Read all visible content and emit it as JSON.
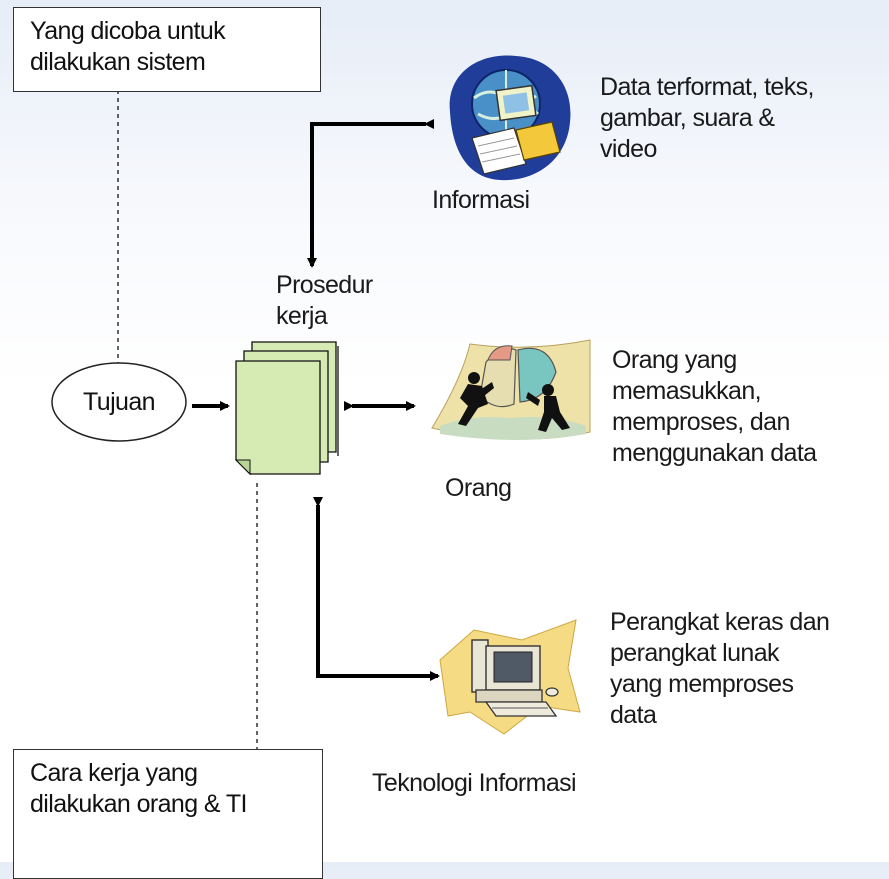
{
  "top_box": {
    "line1": "Yang dicoba untuk",
    "line2": "dilakukan sistem"
  },
  "bottom_box": {
    "line1": "Cara kerja yang",
    "line2": "dilakukan orang & TI"
  },
  "tujuan": "Tujuan",
  "prosedur": {
    "line1": "Prosedur",
    "line2": "kerja"
  },
  "informasi": {
    "label": "Informasi",
    "desc": [
      "Data terformat, teks,",
      "gambar, suara &",
      "video"
    ]
  },
  "orang": {
    "label": "Orang",
    "desc": [
      "Orang yang",
      "memasukkan,",
      "memproses, dan",
      "menggunakan data"
    ]
  },
  "teknologi": {
    "label": "Teknologi Informasi",
    "desc": [
      "Perangkat keras dan",
      "perangkat lunak",
      "yang memproses",
      "data"
    ]
  },
  "colors": {
    "document_fill": "#d5ebb3",
    "globe_blue": "#1f3d99",
    "clipart_bg": "#f5db84"
  },
  "icons": [
    "globe-software-icon",
    "people-puzzle-icon",
    "computer-icon",
    "document-stack-icon"
  ]
}
